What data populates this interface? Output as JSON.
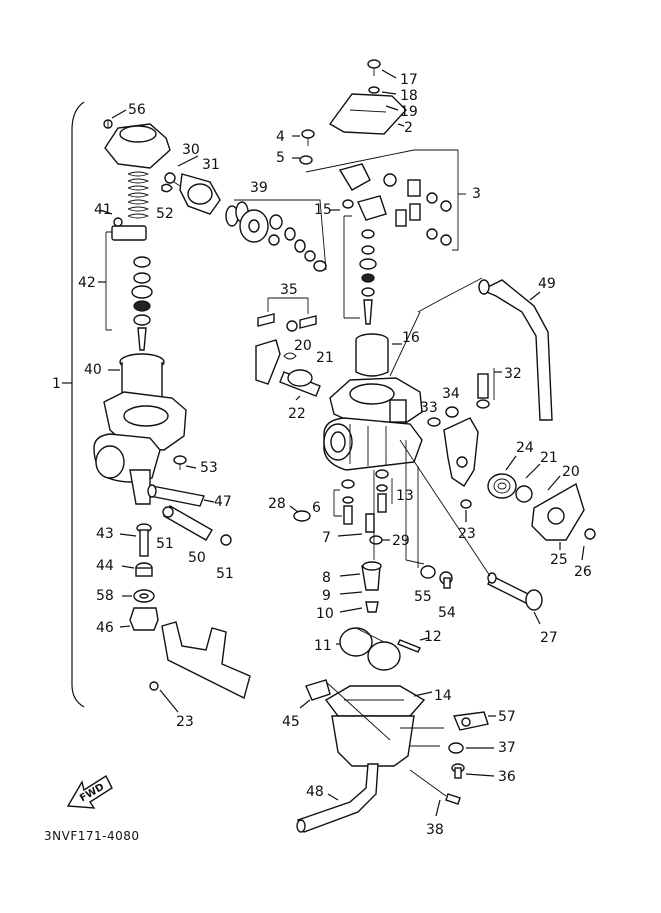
{
  "reference_code": "3NVF171-4080",
  "fwd_label": "FWD",
  "part_numbers": {
    "p1": "1",
    "p2": "2",
    "p3": "3",
    "p4": "4",
    "p5": "5",
    "p6": "6",
    "p7": "7",
    "p8": "8",
    "p9": "9",
    "p10": "10",
    "p11": "11",
    "p12": "12",
    "p13": "13",
    "p14": "14",
    "p15": "15",
    "p16": "16",
    "p17": "17",
    "p18": "18",
    "p19": "19",
    "p20a": "20",
    "p20b": "20",
    "p21a": "21",
    "p21b": "21",
    "p22": "22",
    "p23a": "23",
    "p23b": "23",
    "p24": "24",
    "p25": "25",
    "p26": "26",
    "p27": "27",
    "p28": "28",
    "p29": "29",
    "p30": "30",
    "p31": "31",
    "p32": "32",
    "p33": "33",
    "p34": "34",
    "p35": "35",
    "p36": "36",
    "p37": "37",
    "p38": "38",
    "p39": "39",
    "p40": "40",
    "p41": "41",
    "p42": "42",
    "p43": "43",
    "p44": "44",
    "p45": "45",
    "p46": "46",
    "p47": "47",
    "p48": "48",
    "p49": "49",
    "p50": "50",
    "p51a": "51",
    "p51b": "51",
    "p52": "52",
    "p53": "53",
    "p54": "54",
    "p55": "55",
    "p56": "56",
    "p57": "57",
    "p58": "58"
  }
}
